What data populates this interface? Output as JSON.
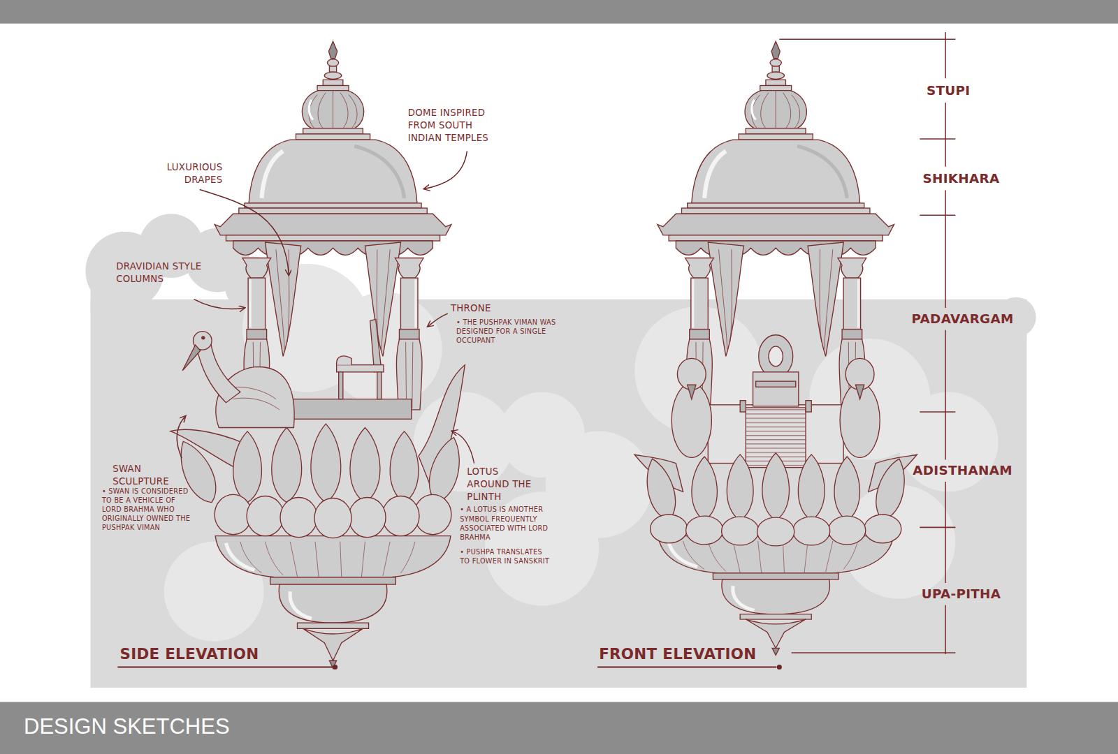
{
  "diagram": {
    "title": "DESIGN SKETCHES",
    "labels": [
      "DOME INSPIRED FROM SOUTH INDIAN TEMPLES",
      "LUXURIOUS DRAPES",
      "DRAVIDIAN STYLE COLUMNS",
      "THRONE",
      "• THE PUSHPAK VIMAN WAS DESIGNED FOR A SINGLE OCCUPANT",
      "SWAN SCULPTURE",
      "• SWAN IS CONSIDERED TO BE A VEHICLE OF LORD BRAHMA WHO ORIGINALLY OWNED THE PUSHPAK VIMAN",
      "LOTUS AROUND THE PLINTH",
      "• A LOTUS IS ANOTHER SYMBOL FREQUENTLY ASSOCIATED WITH LORD BRAHMA",
      "• PUSHPA TRANSLATES TO FLOWER IN SANSKRIT",
      "SIDE ELEVATION",
      "FRONT ELEVATION",
      "STUPI",
      "SHIKHARA",
      "PADAVARGAM",
      "ADISTHANAM",
      "UPA-PITHA"
    ]
  }
}
